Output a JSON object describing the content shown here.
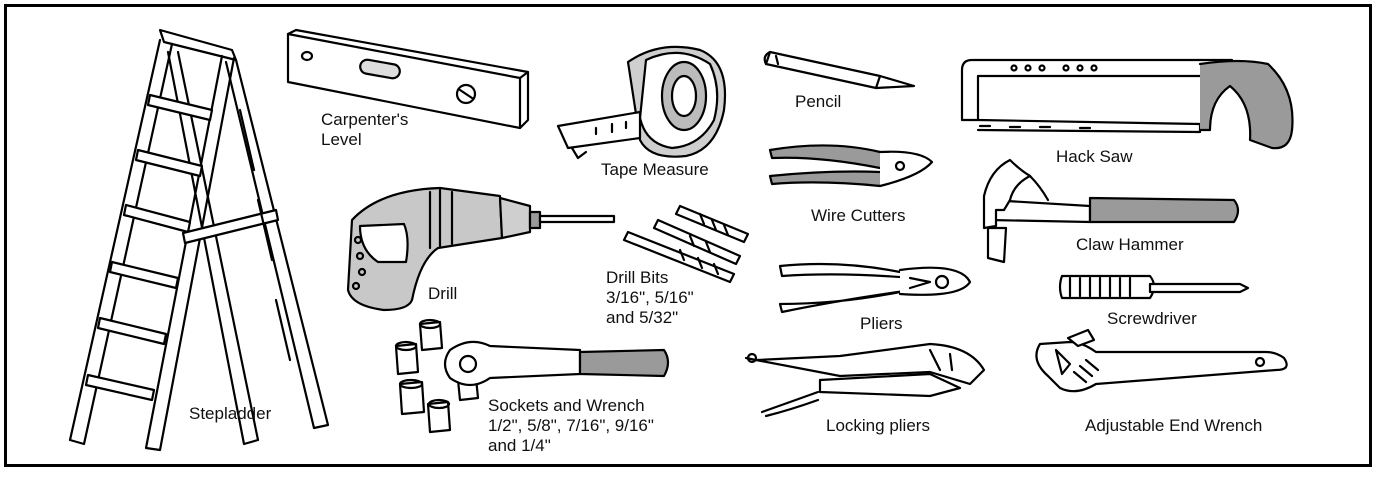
{
  "tools": {
    "stepladder": "Stepladder",
    "level": [
      "Carpenter's",
      "Level"
    ],
    "tape_measure": "Tape Measure",
    "pencil": "Pencil",
    "hack_saw": "Hack Saw",
    "drill": "Drill",
    "drill_bits": [
      "Drill Bits",
      "3/16\", 5/16\"",
      "and 5/32\""
    ],
    "wire_cutters": "Wire Cutters",
    "claw_hammer": "Claw Hammer",
    "pliers": "Pliers",
    "screwdriver": "Screwdriver",
    "sockets": [
      "Sockets and Wrench",
      "1/2\", 5/8\", 7/16\", 9/16\"",
      "and 1/4\""
    ],
    "locking_pliers": "Locking pliers",
    "adjustable_wrench": "Adjustable End Wrench"
  },
  "colors": {
    "outline": "#000000",
    "handle": "#9a9a9a",
    "body": "#c8c8c8",
    "background": "#ffffff"
  }
}
